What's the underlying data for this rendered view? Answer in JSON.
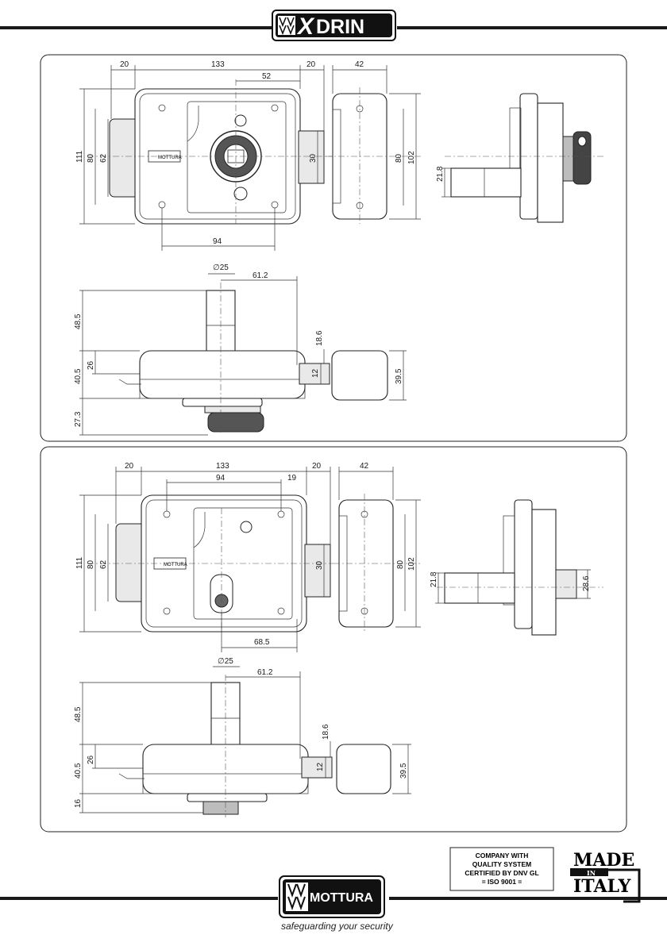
{
  "header": {
    "brand_prefix": "",
    "brand_x": "X",
    "brand_name": "DRIN"
  },
  "panel_top": {
    "front_view": {
      "dim_left_bolt": "20",
      "dim_width": "133",
      "dim_right": "20",
      "dim_key_offset": "52",
      "dim_height_outer": "111",
      "dim_height_mid": "80",
      "dim_height_inner": "62",
      "dim_bolt": "30",
      "dim_holes": "94"
    },
    "strike_view": {
      "dim_width": "42",
      "dim_h_inner": "80",
      "dim_h_outer": "102"
    },
    "side_view": {
      "dim_bolt": "21.8"
    },
    "top_view": {
      "dim_diameter": "∅25",
      "dim_offset": "61.2",
      "dim_cylinder": "48.5",
      "dim_case": "40.5",
      "dim_bolt_h": "26",
      "dim_knob": "27.3",
      "dim_bolt_proj": "18.6",
      "dim_bolt_w": "12",
      "dim_strike": "39.5"
    }
  },
  "panel_bottom": {
    "front_view": {
      "dim_left_bolt": "20",
      "dim_width": "133",
      "dim_right": "20",
      "dim_holes": "94",
      "dim_19": "19",
      "dim_height_outer": "111",
      "dim_height_mid": "80",
      "dim_height_inner": "62",
      "dim_bolt": "30",
      "dim_key": "68.5"
    },
    "strike_view": {
      "dim_width": "42",
      "dim_h_inner": "80",
      "dim_h_outer": "102"
    },
    "side_view": {
      "dim_bolt": "21.8",
      "dim_cyl": "28.6"
    },
    "top_view": {
      "dim_diameter": "∅25",
      "dim_offset": "61.2",
      "dim_cylinder": "48.5",
      "dim_case": "40.5",
      "dim_bolt_h": "26",
      "dim_bottom": "16",
      "dim_bolt_proj": "18.6",
      "dim_bolt_w": "12",
      "dim_strike": "39.5"
    }
  },
  "nameplate": "MOTTURA",
  "footer": {
    "cert_line1": "COMPANY WITH",
    "cert_line2": "QUALITY SYSTEM",
    "cert_line3": "CERTIFIED BY DNV GL",
    "cert_line4": "= ISO 9001 =",
    "made_1": "MADE",
    "made_2": "IN",
    "made_3": "ITALY",
    "brand": "MOTTURA",
    "tagline": "safeguarding your security"
  }
}
